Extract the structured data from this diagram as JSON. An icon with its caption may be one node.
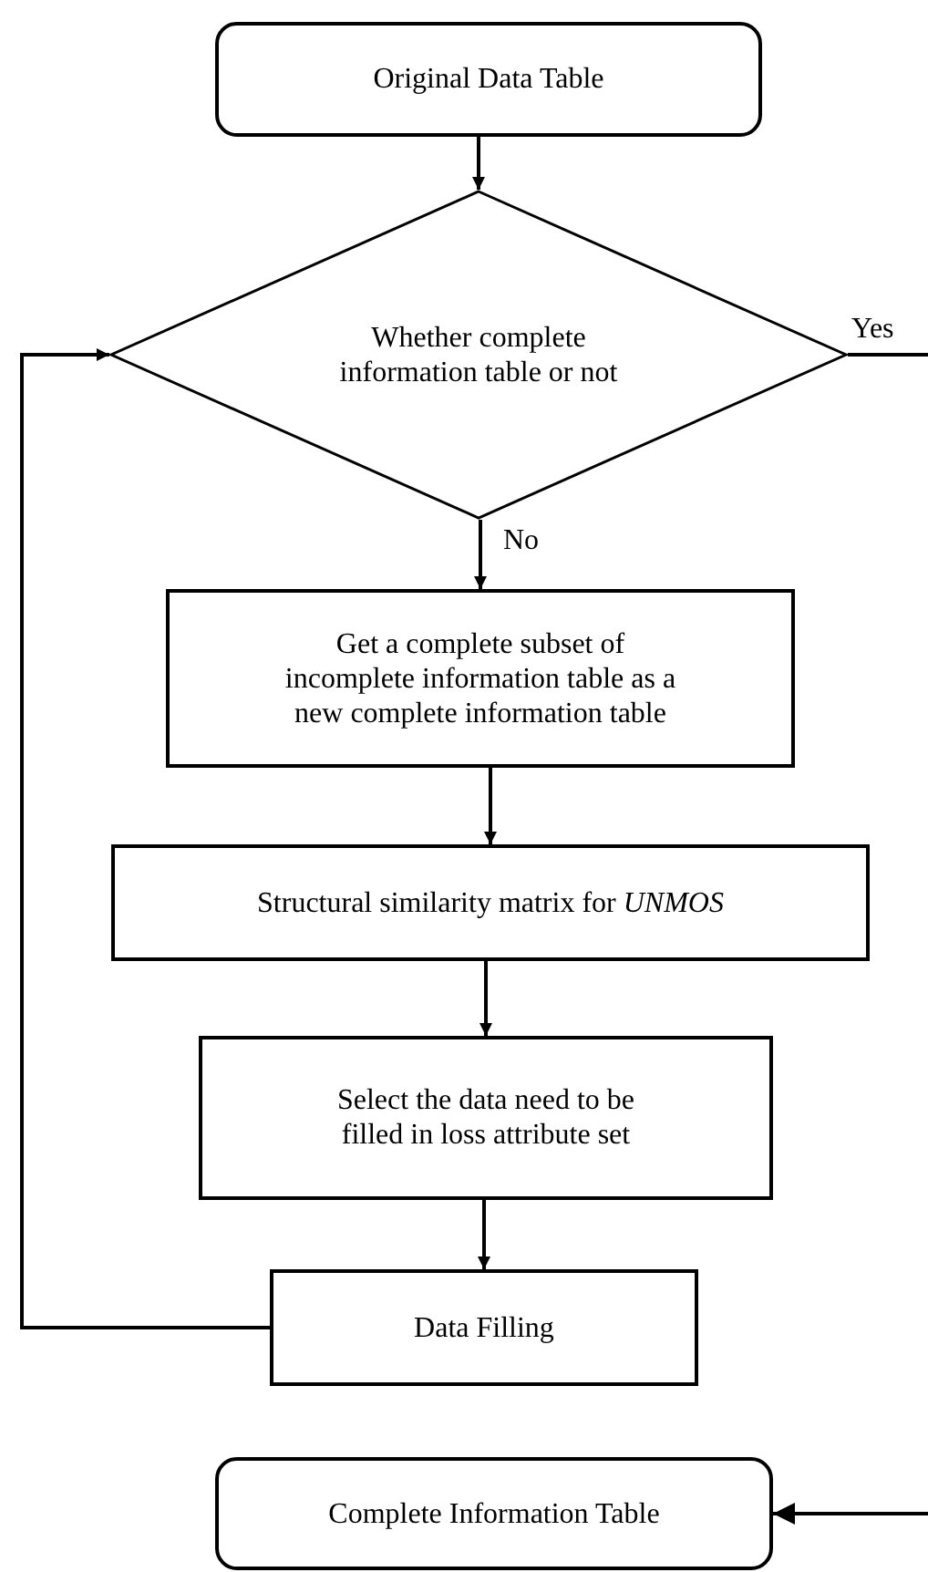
{
  "diagram": {
    "nodes": [
      {
        "text": [
          "Original Data Table"
        ]
      },
      {
        "text": [
          "Whether complete information table or not"
        ]
      },
      {
        "text": [
          "Get a complete subset of incomplete information table as a new complete information table"
        ]
      },
      {
        "text": [
          "Structural similarity matrix for *UNMOS*"
        ]
      },
      {
        "text": [
          "Select the data need to be filled in loss attribute set"
        ]
      },
      {
        "text": [
          "Data Filling"
        ]
      },
      {
        "text": [
          "Complete Information Table"
        ]
      }
    ],
    "edges": [
      {
        "from": 0,
        "to": 1,
        "arrow": "to"
      },
      {
        "from": 1,
        "to": null,
        "arrow": "none",
        "label": "Yes"
      },
      {
        "from": 1,
        "to": 2,
        "arrow": "to",
        "label": "No"
      },
      {
        "from": 2,
        "to": 3,
        "arrow": "to"
      },
      {
        "from": 3,
        "to": 4,
        "arrow": "to"
      },
      {
        "from": 4,
        "to": 5,
        "arrow": "to"
      },
      {
        "from": 5,
        "to": 1,
        "arrow": "to"
      },
      {
        "from": null,
        "to": 6,
        "arrow": "to"
      }
    ]
  }
}
